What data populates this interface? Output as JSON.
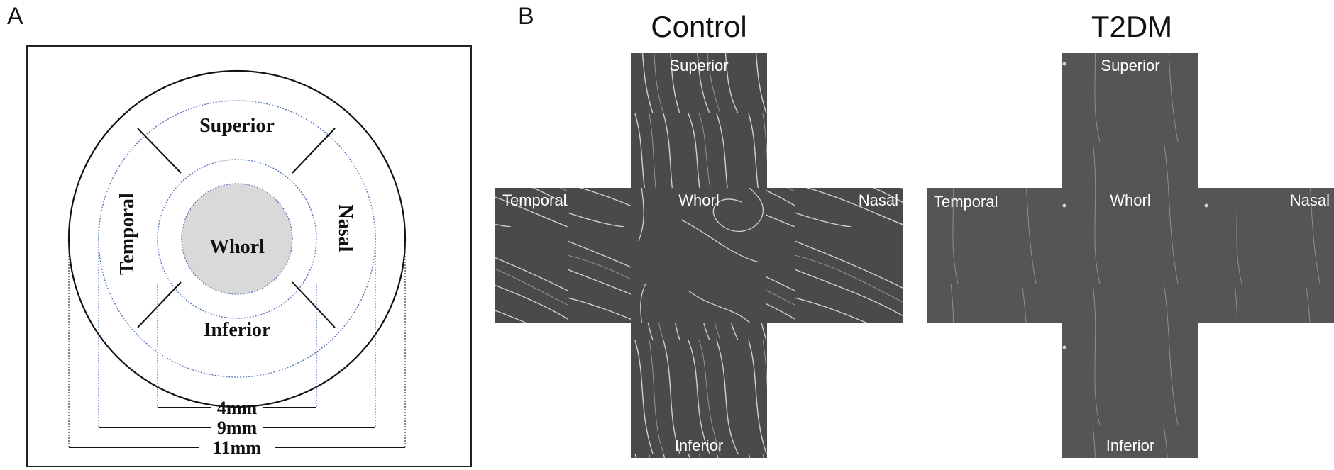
{
  "panel_a": {
    "letter": "A",
    "regions": {
      "superior": "Superior",
      "inferior": "Inferior",
      "temporal": "Temporal",
      "nasal": "Nasal",
      "whorl": "Whorl"
    },
    "dimensions": [
      "4mm",
      "9mm",
      "11mm"
    ]
  },
  "panel_b": {
    "letter": "B",
    "groups": [
      {
        "title": "Control",
        "labels": {
          "superior": "Superior",
          "temporal": "Temporal",
          "whorl": "Whorl",
          "nasal": "Nasal",
          "inferior": "Inferior"
        }
      },
      {
        "title": "T2DM",
        "labels": {
          "superior": "Superior",
          "temporal": "Temporal",
          "whorl": "Whorl",
          "nasal": "Nasal",
          "inferior": "Inferior"
        }
      }
    ]
  },
  "colors": {
    "dotted_circle": "#5b77b8",
    "whorl_fill": "#d9d9d9",
    "micrograph_bg": "#4a4a4a"
  }
}
